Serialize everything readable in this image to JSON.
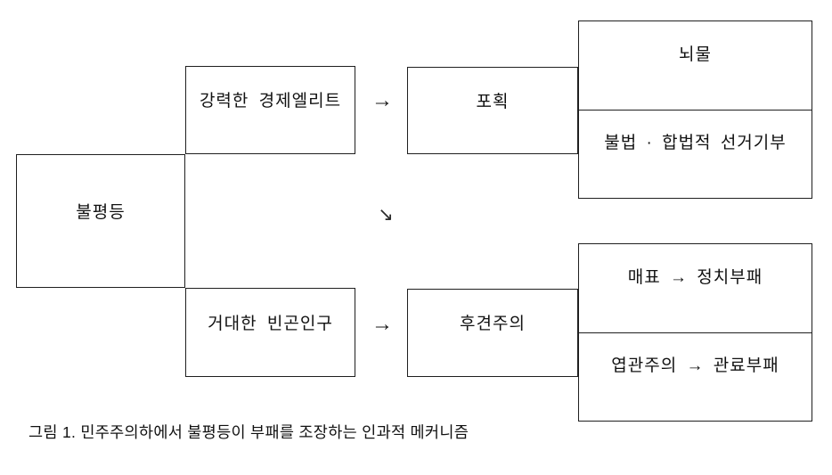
{
  "nodes": {
    "inequality": "불평등",
    "economic_elite": "강력한 경제엘리트",
    "poor_population": "거대한 빈곤인구",
    "capture": "포획",
    "clientelism": "후견주의",
    "bribery": "뇌물",
    "election_donation": "불법 · 합법적 선거기부",
    "vote_buying": "매표 → 정치부패",
    "patronage": "엽관주의 → 관료부패"
  },
  "arrows": {
    "elite_to_capture": "→",
    "inequality_to_clientelism_path": "↘",
    "poor_to_clientelism": "→"
  },
  "caption": "그림 1. 민주주의하에서 불평등이 부패를 조장하는 인과적 메커니즘",
  "colors": {
    "line": "#1f1f1f",
    "text": "#111111",
    "background": "#ffffff"
  }
}
